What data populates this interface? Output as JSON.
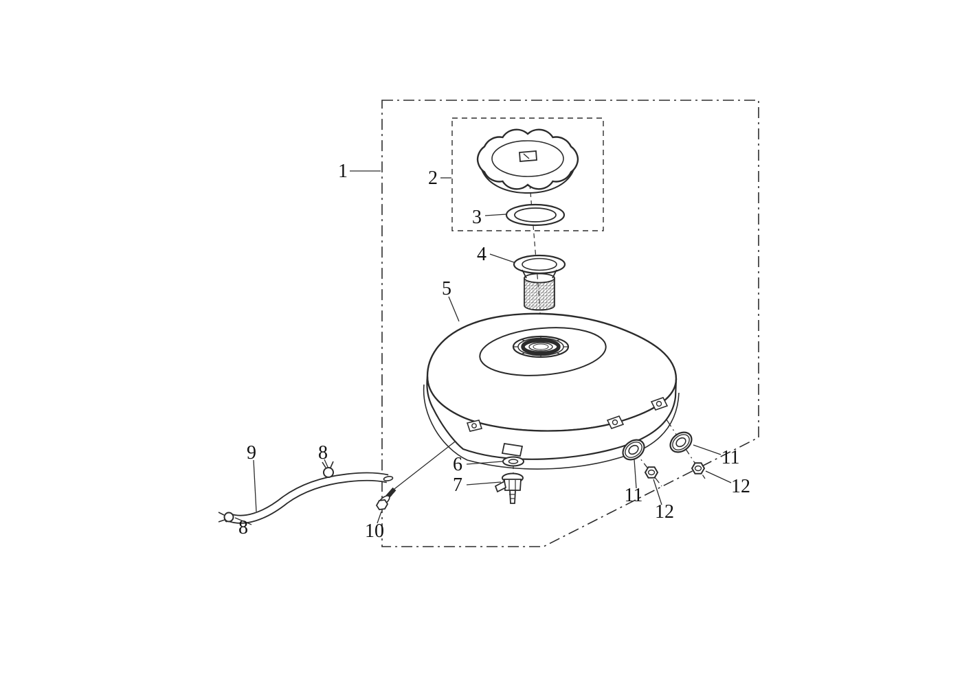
{
  "figure": {
    "background": "#ffffff",
    "line_color": "#2b2b2b",
    "label_color": "#111111"
  },
  "callouts": [
    {
      "label": "1"
    },
    {
      "label": "2"
    },
    {
      "label": "3"
    },
    {
      "label": "4"
    },
    {
      "label": "5"
    },
    {
      "label": "6"
    },
    {
      "label": "7"
    },
    {
      "label": "8"
    },
    {
      "label": "8"
    },
    {
      "label": "9"
    },
    {
      "label": "10"
    },
    {
      "label": "11"
    },
    {
      "label": "11"
    },
    {
      "label": "12"
    },
    {
      "label": "12"
    }
  ]
}
